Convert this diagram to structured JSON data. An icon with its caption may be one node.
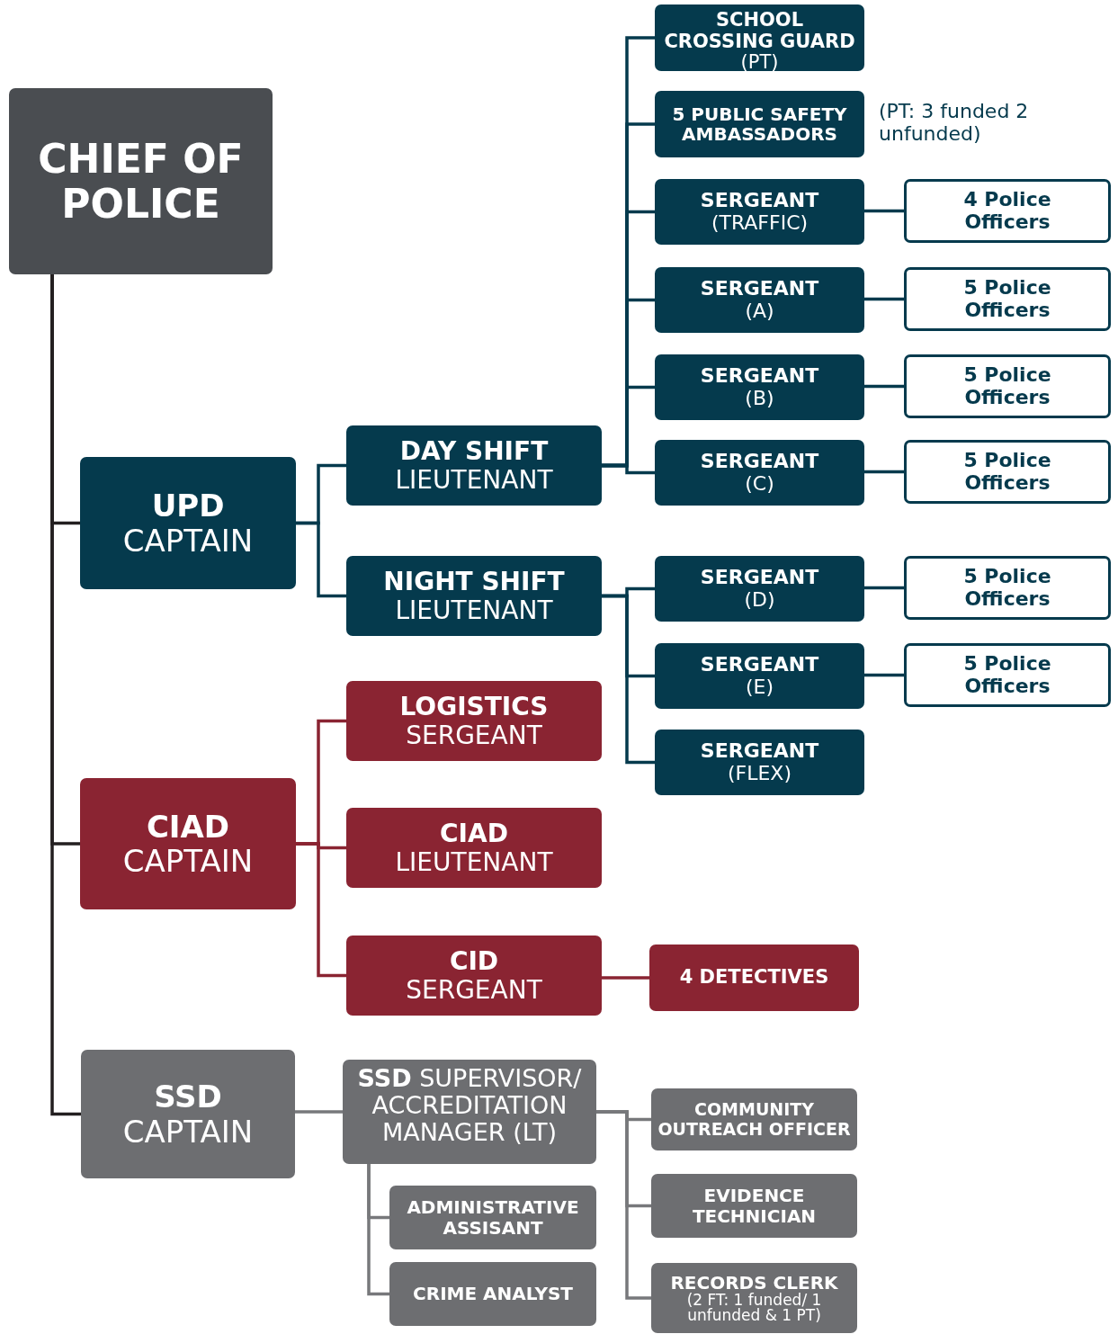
{
  "diagram": {
    "nodes": [
      {
        "text": [
          "CHIEF OF POLICE"
        ]
      },
      {
        "text": [
          "UPD",
          "CAPTAIN"
        ]
      },
      {
        "text": [
          "DAY SHIFT",
          "LIEUTENANT"
        ]
      },
      {
        "text": [
          "NIGHT SHIFT",
          "LIEUTENANT"
        ]
      },
      {
        "text": [
          "SCHOOL CROSSING GUARD",
          "(PT)"
        ]
      },
      {
        "text": [
          "5 PUBLIC SAFETY AMBASSADORS"
        ],
        "beside": [
          "(PT: 3 funded 2 unfunded)"
        ]
      },
      {
        "text": [
          "SERGEANT",
          "(TRAFFIC)"
        ]
      },
      {
        "text": [
          "4 Police Officers"
        ]
      },
      {
        "text": [
          "SERGEANT",
          "(A)"
        ]
      },
      {
        "text": [
          "5 Police Officers"
        ]
      },
      {
        "text": [
          "SERGEANT",
          "(B)"
        ]
      },
      {
        "text": [
          "5 Police Officers"
        ]
      },
      {
        "text": [
          "SERGEANT",
          "(C)"
        ]
      },
      {
        "text": [
          "5 Police Officers"
        ]
      },
      {
        "text": [
          "SERGEANT",
          "(D)"
        ]
      },
      {
        "text": [
          "5 Police Officers"
        ]
      },
      {
        "text": [
          "SERGEANT",
          "(E)"
        ]
      },
      {
        "text": [
          "5 Police Officers"
        ]
      },
      {
        "text": [
          "SERGEANT",
          "(FLEX)"
        ]
      },
      {
        "text": [
          "CIAD",
          "CAPTAIN"
        ]
      },
      {
        "text": [
          "LOGISTICS",
          "SERGEANT"
        ]
      },
      {
        "text": [
          "CIAD",
          "LIEUTENANT"
        ]
      },
      {
        "text": [
          "CID",
          "SERGEANT"
        ]
      },
      {
        "text": [
          "4 DETECTIVES"
        ]
      },
      {
        "text": [
          "SSD",
          "CAPTAIN"
        ]
      },
      {
        "text": [
          "SSD",
          "SUPERVISOR/ ACCREDITATION MANAGER (LT)"
        ]
      },
      {
        "text": [
          "ADMINISTRATIVE ASSISANT"
        ]
      },
      {
        "text": [
          "CRIME ANALYST"
        ]
      },
      {
        "text": [
          "COMMUNITY OUTREACH OFFICER"
        ]
      },
      {
        "text": [
          "EVIDENCE TECHNICIAN"
        ]
      },
      {
        "text": [
          "RECORDS CLERK",
          "(2 FT: 1 funded/ 1 unfunded & 1 PT)"
        ]
      }
    ],
    "edges": [
      {
        "from": 0,
        "to": 1,
        "arrow": "none",
        "color": "#231f20"
      },
      {
        "from": 0,
        "to": 19,
        "arrow": "none",
        "color": "#231f20"
      },
      {
        "from": 0,
        "to": 24,
        "arrow": "none",
        "color": "#231f20"
      },
      {
        "from": 1,
        "to": 2,
        "arrow": "none"
      },
      {
        "from": 1,
        "to": 3,
        "arrow": "none"
      },
      {
        "from": 2,
        "to": 4,
        "arrow": "none"
      },
      {
        "from": 2,
        "to": 5,
        "arrow": "none"
      },
      {
        "from": 2,
        "to": 6,
        "arrow": "none"
      },
      {
        "from": 2,
        "to": 8,
        "arrow": "none"
      },
      {
        "from": 2,
        "to": 10,
        "arrow": "none"
      },
      {
        "from": 2,
        "to": 12,
        "arrow": "none"
      },
      {
        "from": 6,
        "to": 7,
        "arrow": "none"
      },
      {
        "from": 8,
        "to": 9,
        "arrow": "none"
      },
      {
        "from": 10,
        "to": 11,
        "arrow": "none"
      },
      {
        "from": 12,
        "to": 13,
        "arrow": "none"
      },
      {
        "from": 3,
        "to": 14,
        "arrow": "none"
      },
      {
        "from": 3,
        "to": 16,
        "arrow": "none"
      },
      {
        "from": 3,
        "to": 18,
        "arrow": "none"
      },
      {
        "from": 14,
        "to": 15,
        "arrow": "none"
      },
      {
        "from": 16,
        "to": 17,
        "arrow": "none"
      },
      {
        "from": 19,
        "to": 20,
        "arrow": "none",
        "color": "#8a2432"
      },
      {
        "from": 19,
        "to": 21,
        "arrow": "none",
        "color": "#8a2432"
      },
      {
        "from": 19,
        "to": 22,
        "arrow": "none",
        "color": "#8a2432"
      },
      {
        "from": 22,
        "to": 23,
        "arrow": "none",
        "color": "#8a2432"
      },
      {
        "from": 24,
        "to": 25,
        "arrow": "none",
        "color": "#77787b"
      },
      {
        "from": 25,
        "to": 26,
        "arrow": "none",
        "color": "#77787b"
      },
      {
        "from": 25,
        "to": 27,
        "arrow": "none",
        "color": "#77787b"
      },
      {
        "from": 25,
        "to": 28,
        "arrow": "none",
        "color": "#77787b"
      },
      {
        "from": 25,
        "to": 29,
        "arrow": "none",
        "color": "#77787b"
      },
      {
        "from": 25,
        "to": 30,
        "arrow": "none",
        "color": "#77787b"
      }
    ]
  }
}
